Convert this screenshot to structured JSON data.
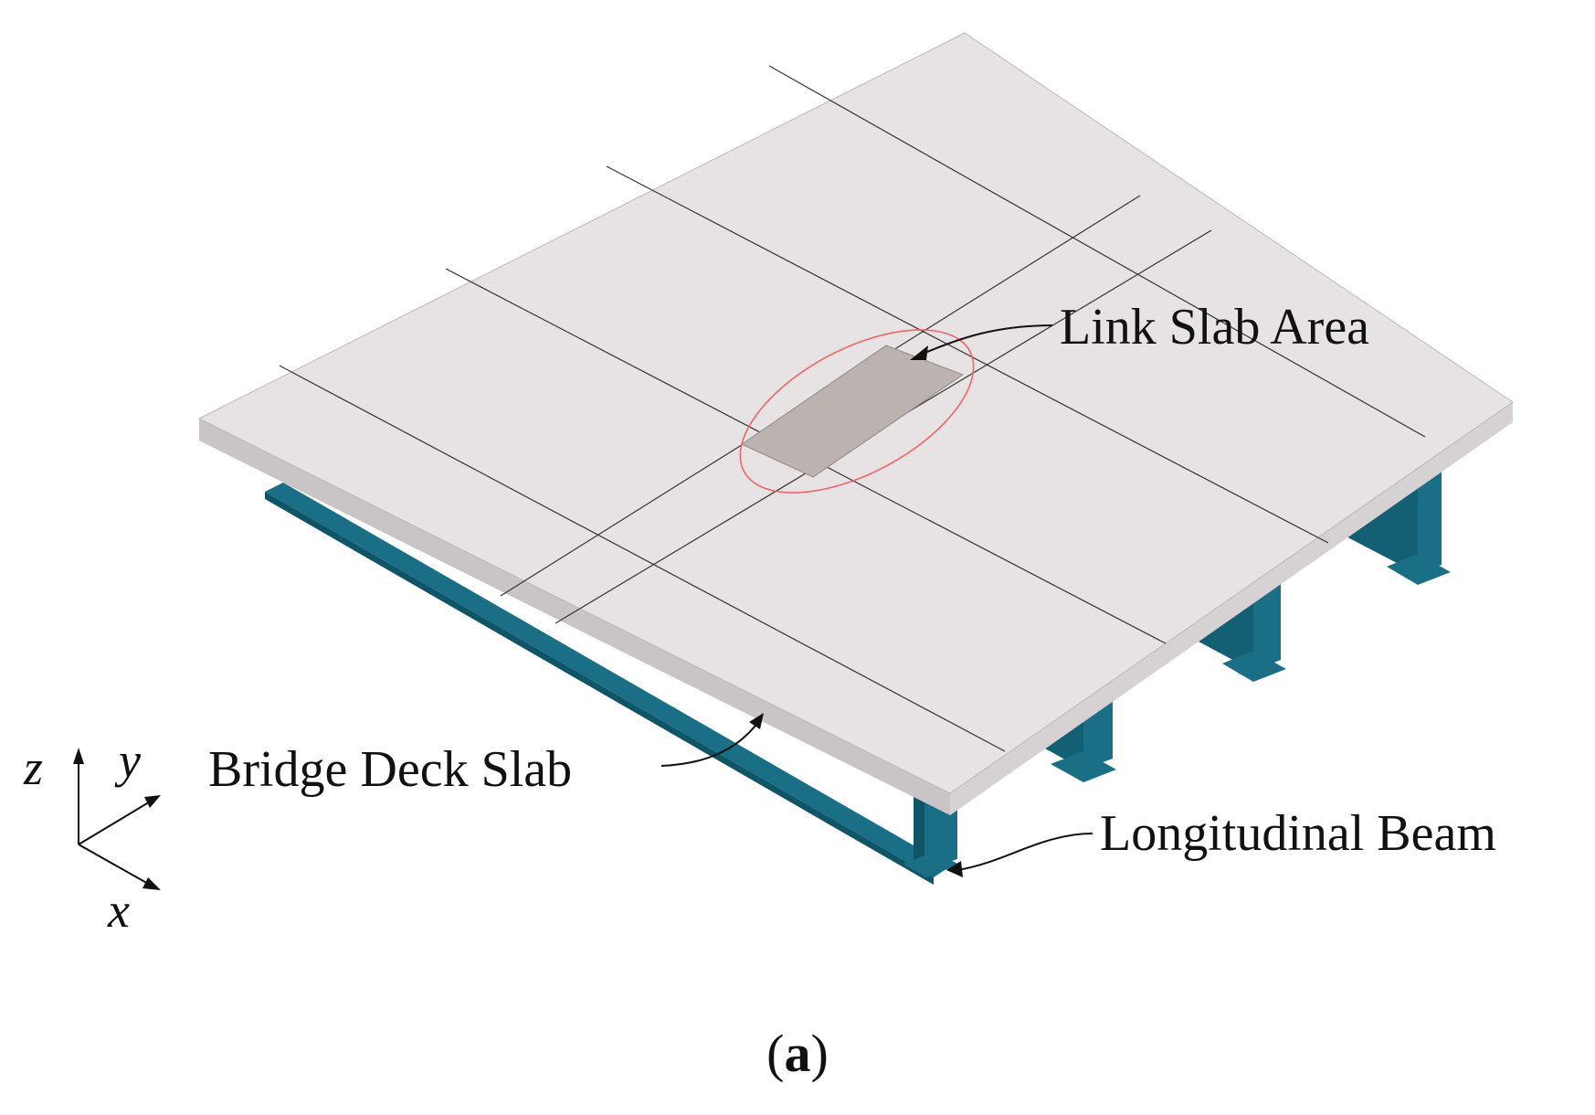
{
  "labels": {
    "link_slab": "Link Slab Area",
    "deck_slab": "Bridge Deck Slab",
    "beam": "Longitudinal Beam"
  },
  "axes": {
    "z": "z",
    "y": "y",
    "x": "x"
  },
  "caption": {
    "open": "(",
    "letter": "a",
    "close": ")"
  },
  "colors": {
    "slab_top": "#e7e2e4",
    "slab_edge": "#c9c4c6",
    "link_slab": "#bcb3b0",
    "beam": "#1a6f86",
    "beam_dark": "#0f5567",
    "highlight_ellipse": "#ee6666",
    "lines": "#333333"
  }
}
